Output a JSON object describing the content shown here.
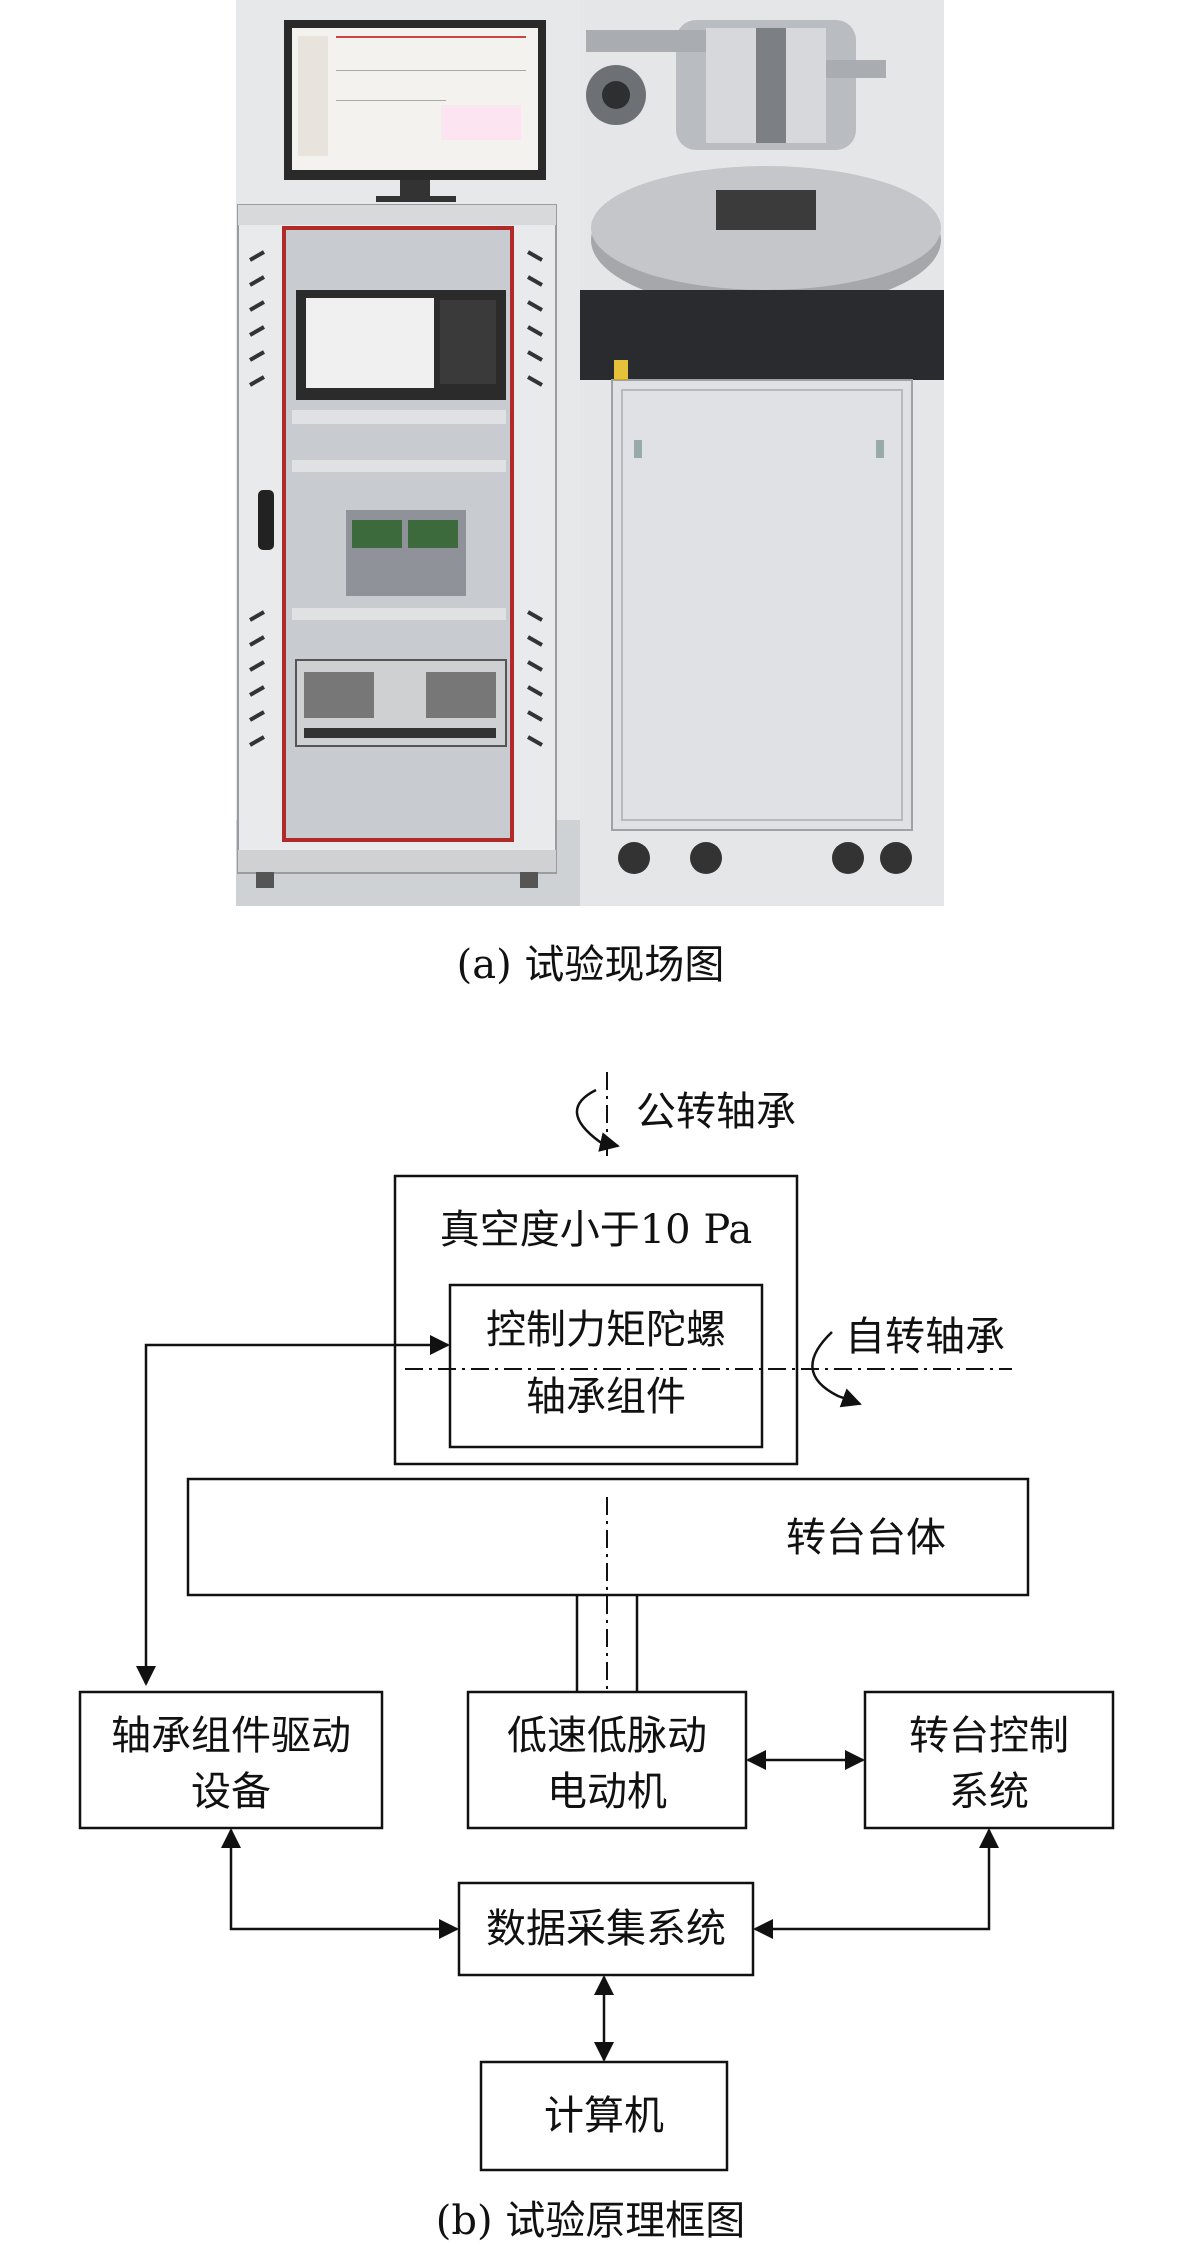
{
  "photo": {
    "caption": "(a) 试验现场图",
    "left_equipment": "control-rack",
    "right_equipment": "test-turntable"
  },
  "diagram": {
    "caption": "(b) 试验原理框图",
    "labels": {
      "revolution_bearing": "公转轴承",
      "rotation_bearing": "自转轴承",
      "vacuum": "真空度小于10 Pa",
      "gyro_line1": "控制力矩陀螺",
      "gyro_line2": "轴承组件",
      "turntable_body": "转台台体",
      "drive_line1": "轴承组件驱动",
      "drive_line2": "设备",
      "motor_line1": "低速低脉动",
      "motor_line2": "电动机",
      "control_line1": "转台控制",
      "control_line2": "系统",
      "daq": "数据采集系统",
      "computer": "计算机"
    }
  }
}
